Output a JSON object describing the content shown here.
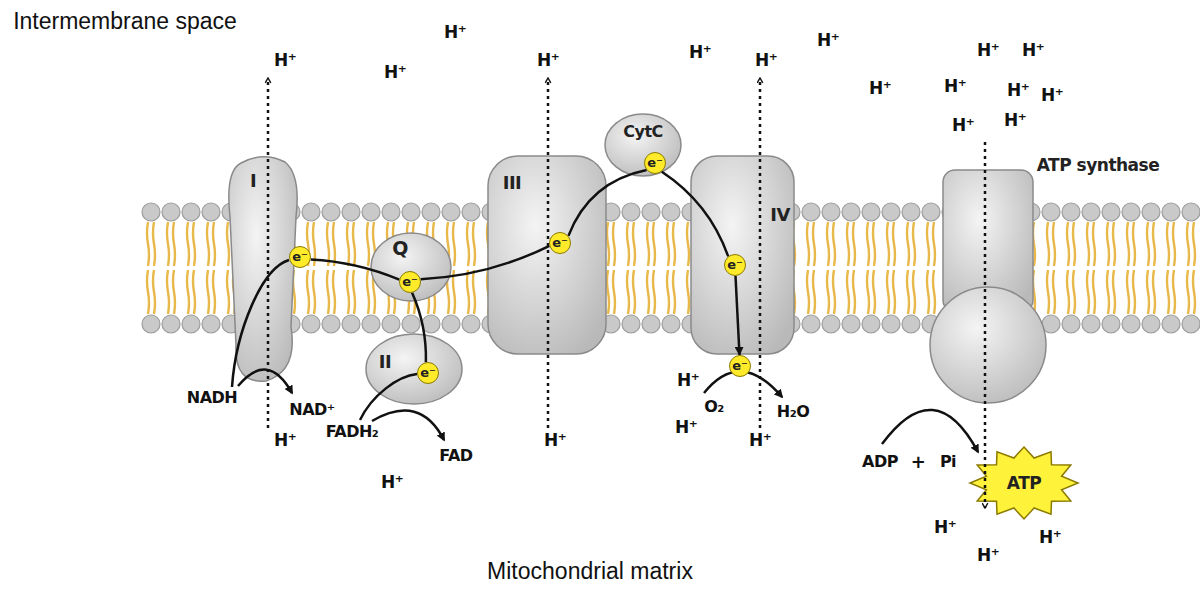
{
  "diagram": {
    "nodes": [
      {
        "text": [
          "I"
        ]
      },
      {
        "text": [
          "e⁻"
        ],
        "in": 0
      },
      {
        "text": [
          "Q"
        ]
      },
      {
        "text": [
          "e⁻"
        ],
        "in": 2
      },
      {
        "text": [
          "II"
        ]
      },
      {
        "text": [
          "e⁻"
        ],
        "in": 4
      },
      {
        "text": [
          "III"
        ]
      },
      {
        "text": [
          "e⁻"
        ],
        "in": 6
      },
      {
        "text": [
          "CytC"
        ]
      },
      {
        "text": [
          "e⁻"
        ],
        "in": 8
      },
      {
        "text": [
          "IV"
        ]
      },
      {
        "text": [
          "e⁻"
        ],
        "in": 10
      },
      {
        "text": [
          "e⁻"
        ],
        "in": 10
      },
      {
        "text": [
          "ATP synthase"
        ]
      },
      {
        "text": [
          "ATP"
        ]
      }
    ],
    "edges": [
      {
        "from": 1,
        "to": 3,
        "arrow": "none"
      },
      {
        "from": 5,
        "to": 3,
        "arrow": "none"
      },
      {
        "from": 3,
        "to": 7,
        "arrow": "none"
      },
      {
        "from": 7,
        "to": 9,
        "arrow": "none"
      },
      {
        "from": 9,
        "to": 11,
        "arrow": "none"
      },
      {
        "from": 11,
        "to": 12,
        "arrow": "to"
      }
    ],
    "labels": [
      "Intermembrane space",
      "Mitochondrial matrix",
      "H⁺",
      "H⁺",
      "H⁺",
      "H⁺",
      "H⁺",
      "H⁺",
      "H⁺",
      "H⁺",
      "H⁺",
      "H⁺",
      "H⁺",
      "H⁺",
      "H⁺",
      "H⁺",
      "H⁺",
      "H⁺",
      "H⁺",
      "H⁺",
      "H⁺",
      "H⁺",
      "H⁺",
      "H⁺",
      "H⁺",
      "H⁺",
      "NADH",
      "NAD⁺",
      "FADH₂",
      "FAD",
      "O₂",
      "H₂O",
      "ADP",
      "+",
      "Pi"
    ]
  }
}
